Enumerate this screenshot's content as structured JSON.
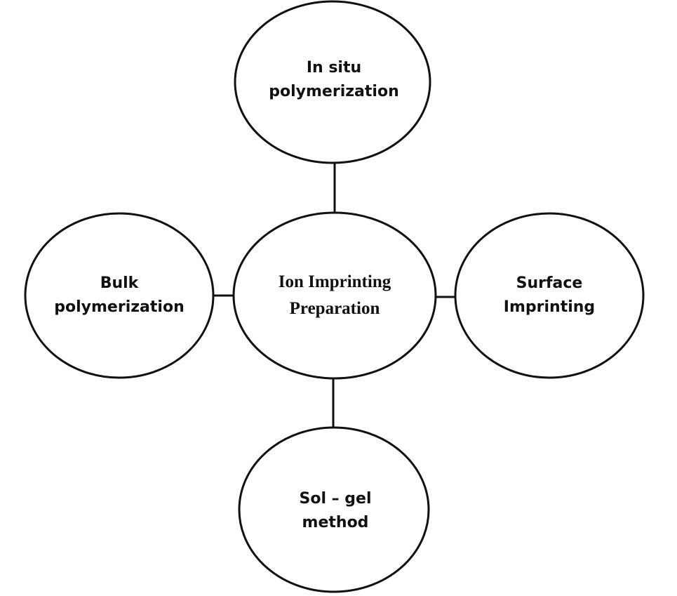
{
  "diagram": {
    "center": {
      "line1": "Ion Imprinting",
      "line2": "Preparation"
    },
    "top": {
      "line1": "In situ",
      "line2": "polymerization"
    },
    "left": {
      "line1": "Bulk",
      "line2": "polymerization"
    },
    "right": {
      "line1": "Surface",
      "line2": "Imprinting"
    },
    "bottom": {
      "line1": "Sol – gel",
      "line2": "method"
    }
  }
}
